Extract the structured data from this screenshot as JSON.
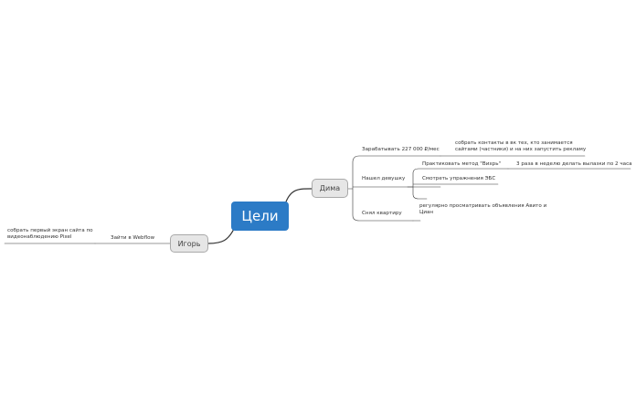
{
  "mindmap": {
    "central": "Цели",
    "branches": {
      "dima": {
        "label": "Дима",
        "topics": [
          {
            "label": "Зарабатывать 227 000 ₽/мес",
            "children": [
              "собрать контакты в вк тех, кто занимается сайтами (частники) и на них запустить рекламу"
            ]
          },
          {
            "label": "Нашел девушку",
            "children": [
              {
                "label": "Практиковать метод \"Вихрь\"",
                "children": [
                  "3 раза в неделю делать вылазки по 2 часа"
                ]
              },
              {
                "label": "Смотреть упражнения ЭБС",
                "children": []
              },
              {
                "label": "",
                "children": []
              }
            ]
          },
          {
            "label": "Снял квартиру",
            "children": [
              "регулярно просматривать объявления Авито и Циан"
            ]
          }
        ]
      },
      "igor": {
        "label": "Игорь",
        "topics": [
          {
            "label": "Зайти в Webflow",
            "children": [
              "собрать первый экран сайта по видеонаблюдению Pixel"
            ]
          }
        ]
      }
    },
    "colors": {
      "central": "#2c7bc6",
      "main_fill": "#e6e6e6",
      "line": "#333333"
    }
  }
}
